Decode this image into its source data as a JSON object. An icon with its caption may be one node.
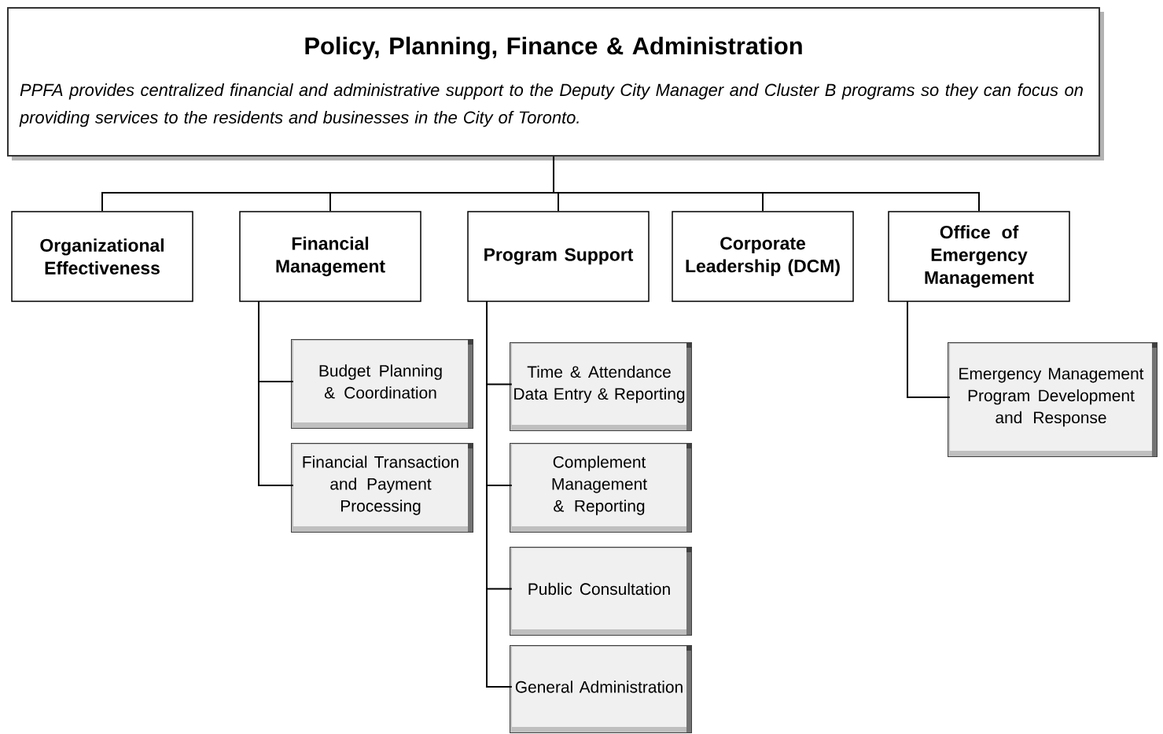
{
  "diagram": {
    "nodes": [
      {
        "text": [
          "Policy, Planning, Finance & Administration",
          "PPFA provides centralized financial and administrative support to the Deputy City Manager and Cluster B programs so they can focus on providing services to the residents and businesses in the City of Toronto."
        ]
      },
      {
        "text": [
          "Organizational Effectiveness"
        ]
      },
      {
        "text": [
          "Financial Management"
        ]
      },
      {
        "text": [
          "Program Support"
        ]
      },
      {
        "text": [
          "Corporate Leadership (DCM)"
        ]
      },
      {
        "text": [
          "Office of Emergency Management"
        ]
      },
      {
        "text": [
          "Budget Planning & Coordination"
        ]
      },
      {
        "text": [
          "Financial Transaction and Payment Processing"
        ]
      },
      {
        "text": [
          "Time & Attendance Data Entry & Reporting"
        ]
      },
      {
        "text": [
          "Complement Management & Reporting"
        ]
      },
      {
        "text": [
          "Public Consultation"
        ]
      },
      {
        "text": [
          "General Administration"
        ]
      },
      {
        "text": [
          "Emergency Management Program Development and Response"
        ]
      }
    ],
    "edges": [
      {
        "from": 0,
        "to": 1,
        "arrow": "none"
      },
      {
        "from": 0,
        "to": 2,
        "arrow": "none"
      },
      {
        "from": 0,
        "to": 3,
        "arrow": "none"
      },
      {
        "from": 0,
        "to": 4,
        "arrow": "none"
      },
      {
        "from": 0,
        "to": 5,
        "arrow": "none"
      },
      {
        "from": 2,
        "to": 6,
        "arrow": "none"
      },
      {
        "from": 2,
        "to": 7,
        "arrow": "none"
      },
      {
        "from": 3,
        "to": 8,
        "arrow": "none"
      },
      {
        "from": 3,
        "to": 9,
        "arrow": "none"
      },
      {
        "from": 3,
        "to": 10,
        "arrow": "none"
      },
      {
        "from": 3,
        "to": 11,
        "arrow": "none"
      },
      {
        "from": 5,
        "to": 12,
        "arrow": "none"
      }
    ]
  }
}
